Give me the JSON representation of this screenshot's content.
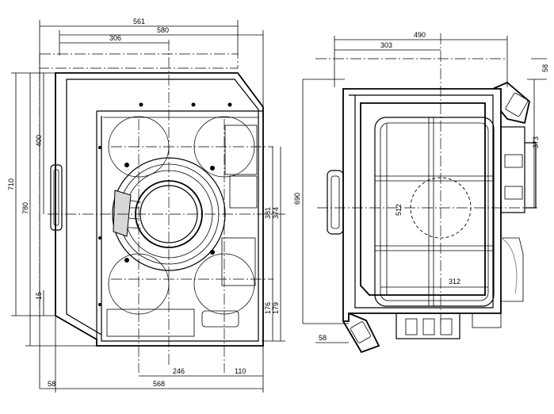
{
  "front_view": {
    "dim_width_561": "561",
    "dim_width_580": "580",
    "dim_306": "306",
    "dim_710": "710",
    "dim_780": "780",
    "dim_400": "400",
    "dim_15": "15",
    "dim_381": "381",
    "dim_374": "374",
    "dim_176": "176",
    "dim_179": "179",
    "dim_246": "246",
    "dim_110": "110",
    "dim_58": "58",
    "dim_568": "568"
  },
  "side_view": {
    "dim_490": "490",
    "dim_303": "303",
    "dim_58_top": "58",
    "dim_373": "373",
    "dim_690": "690",
    "dim_512": "512",
    "dim_312": "312",
    "dim_58_bottom": "58"
  }
}
